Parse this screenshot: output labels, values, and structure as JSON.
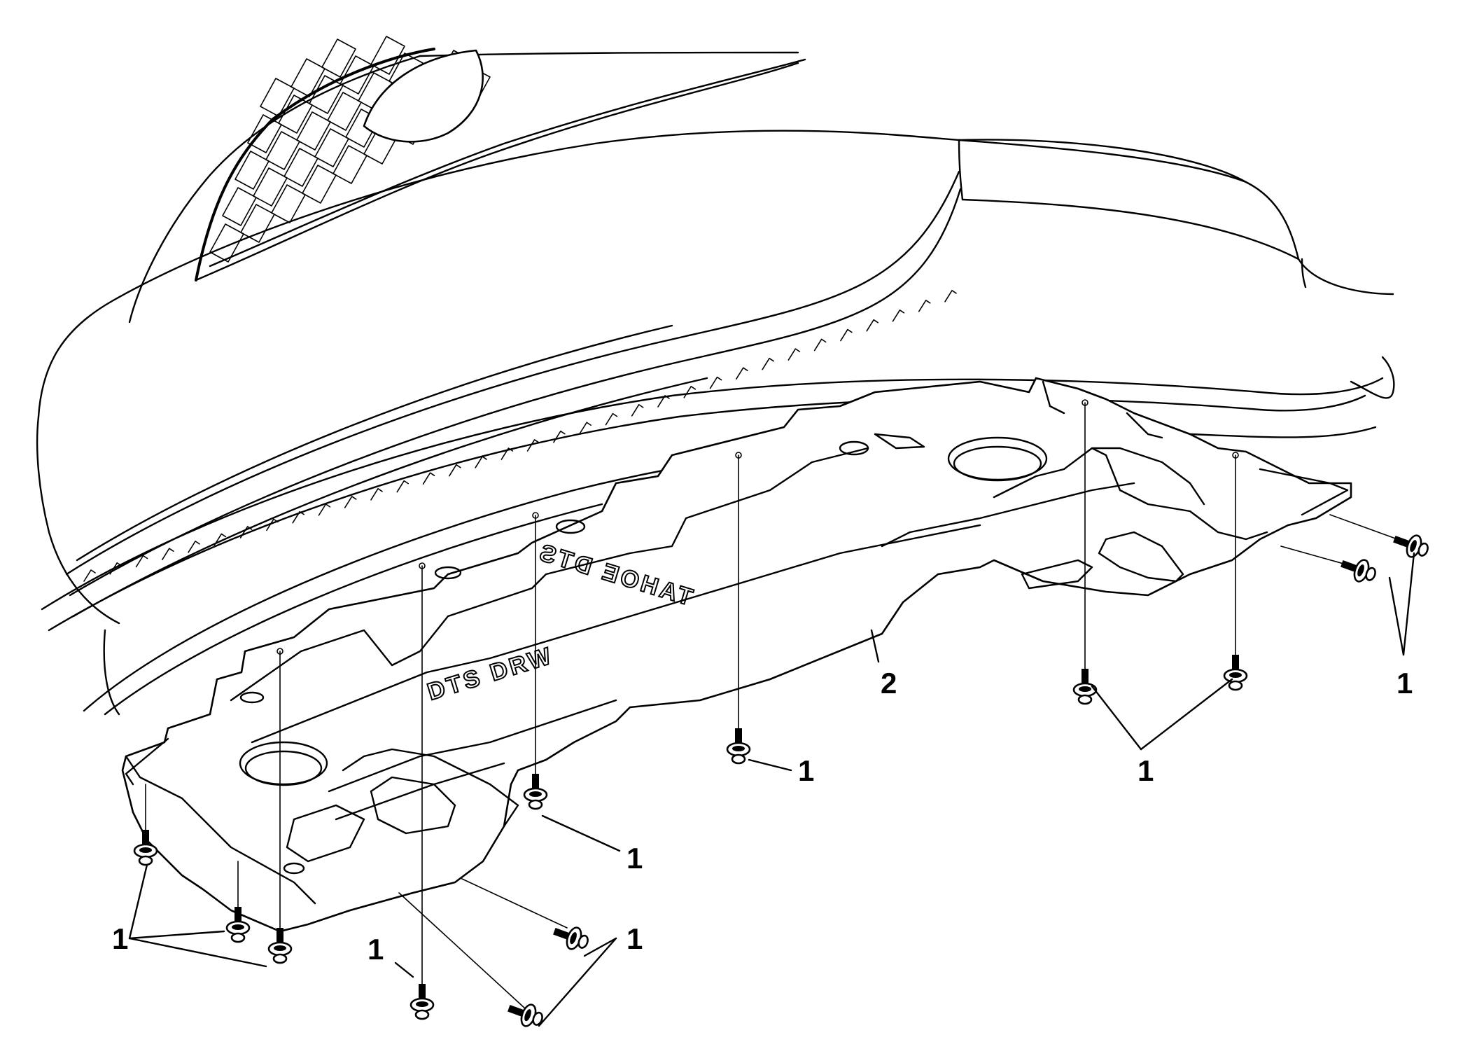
{
  "diagram": {
    "callouts": [
      {
        "id": "retainers-mid-1",
        "label": "1"
      },
      {
        "id": "retainers-mid-2",
        "label": "1"
      },
      {
        "id": "retainers-right-pair",
        "label": "1"
      },
      {
        "id": "retainers-far-right",
        "label": "1"
      },
      {
        "id": "retainers-left-group",
        "label": "1"
      },
      {
        "id": "retainer-bottom-left",
        "label": "1"
      },
      {
        "id": "retainers-bottom-right",
        "label": "1"
      },
      {
        "id": "air-deflector",
        "label": "2"
      }
    ],
    "panel_emboss": [
      "DTS DRW",
      "TAHOE DTS"
    ]
  }
}
